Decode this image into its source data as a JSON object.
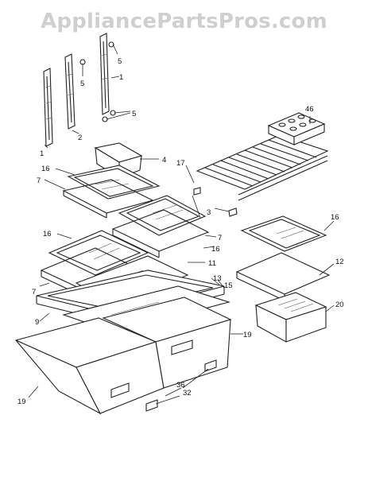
{
  "watermark": "AppliancePartsPros.com",
  "callouts": {
    "c1a": "1",
    "c1b": "1",
    "c2": "2",
    "c3": "3",
    "c4": "4",
    "c5a": "5",
    "c5b": "5",
    "c5c": "5",
    "c7a": "7",
    "c7b": "7",
    "c7c": "7",
    "c9": "9",
    "c11": "11",
    "c12": "12",
    "c13": "13",
    "c15": "15",
    "c16a": "16",
    "c16b": "16",
    "c16c": "16",
    "c16d": "16",
    "c17": "17",
    "c19a": "19",
    "c19b": "19",
    "c20": "20",
    "c32": "32",
    "c36": "36",
    "c46": "46"
  }
}
